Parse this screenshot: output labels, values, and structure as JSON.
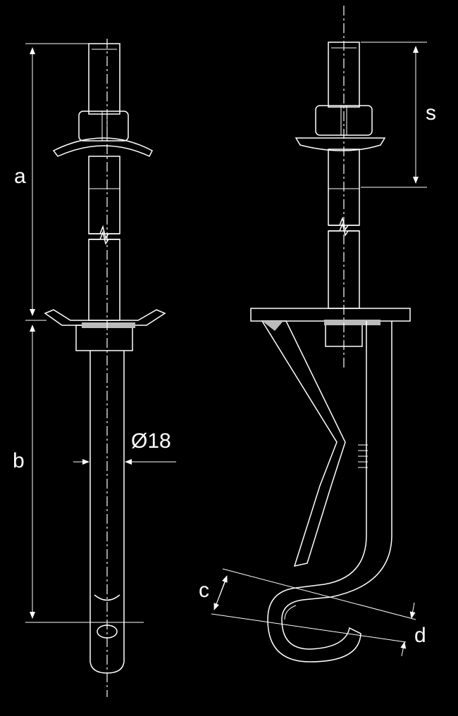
{
  "labels": {
    "a": "a",
    "b": "b",
    "c": "c",
    "d": "d",
    "s": "s",
    "diameter": "Ø18"
  },
  "colors": {
    "background": "#000000",
    "lines": "#ffffff"
  }
}
